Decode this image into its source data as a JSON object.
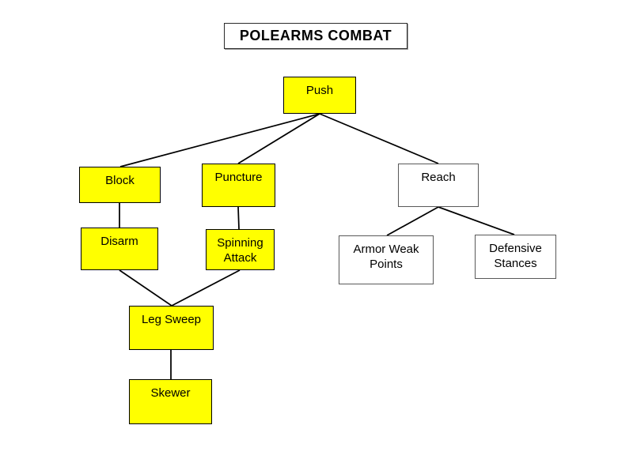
{
  "title": "POLEARMS COMBAT",
  "diagram": {
    "type": "tree",
    "nodes": [
      {
        "id": "push",
        "label": "Push",
        "fill": "#ffff00"
      },
      {
        "id": "block",
        "label": "Block",
        "fill": "#ffff00"
      },
      {
        "id": "puncture",
        "label": "Puncture",
        "fill": "#ffff00"
      },
      {
        "id": "reach",
        "label": "Reach",
        "fill": "#ffffff"
      },
      {
        "id": "disarm",
        "label": "Disarm",
        "fill": "#ffff00"
      },
      {
        "id": "spinning-attack",
        "label": "Spinning Attack",
        "fill": "#ffff00"
      },
      {
        "id": "armor-weak-points",
        "label": "Armor Weak Points",
        "fill": "#ffffff"
      },
      {
        "id": "defensive-stances",
        "label": "Defensive Stances",
        "fill": "#ffffff"
      },
      {
        "id": "leg-sweep",
        "label": "Leg Sweep",
        "fill": "#ffff00"
      },
      {
        "id": "skewer",
        "label": "Skewer",
        "fill": "#ffff00"
      }
    ],
    "edges": [
      {
        "from": "push",
        "to": "block"
      },
      {
        "from": "push",
        "to": "puncture"
      },
      {
        "from": "push",
        "to": "reach"
      },
      {
        "from": "block",
        "to": "disarm"
      },
      {
        "from": "puncture",
        "to": "spinning-attack"
      },
      {
        "from": "disarm",
        "to": "leg-sweep"
      },
      {
        "from": "spinning-attack",
        "to": "leg-sweep"
      },
      {
        "from": "leg-sweep",
        "to": "skewer"
      },
      {
        "from": "reach",
        "to": "armor-weak-points"
      },
      {
        "from": "reach",
        "to": "defensive-stances"
      }
    ],
    "colors": {
      "node_yellow": "#ffff00",
      "node_white": "#ffffff",
      "border": "#000000",
      "line": "#000000",
      "background": "#ffffff"
    }
  }
}
